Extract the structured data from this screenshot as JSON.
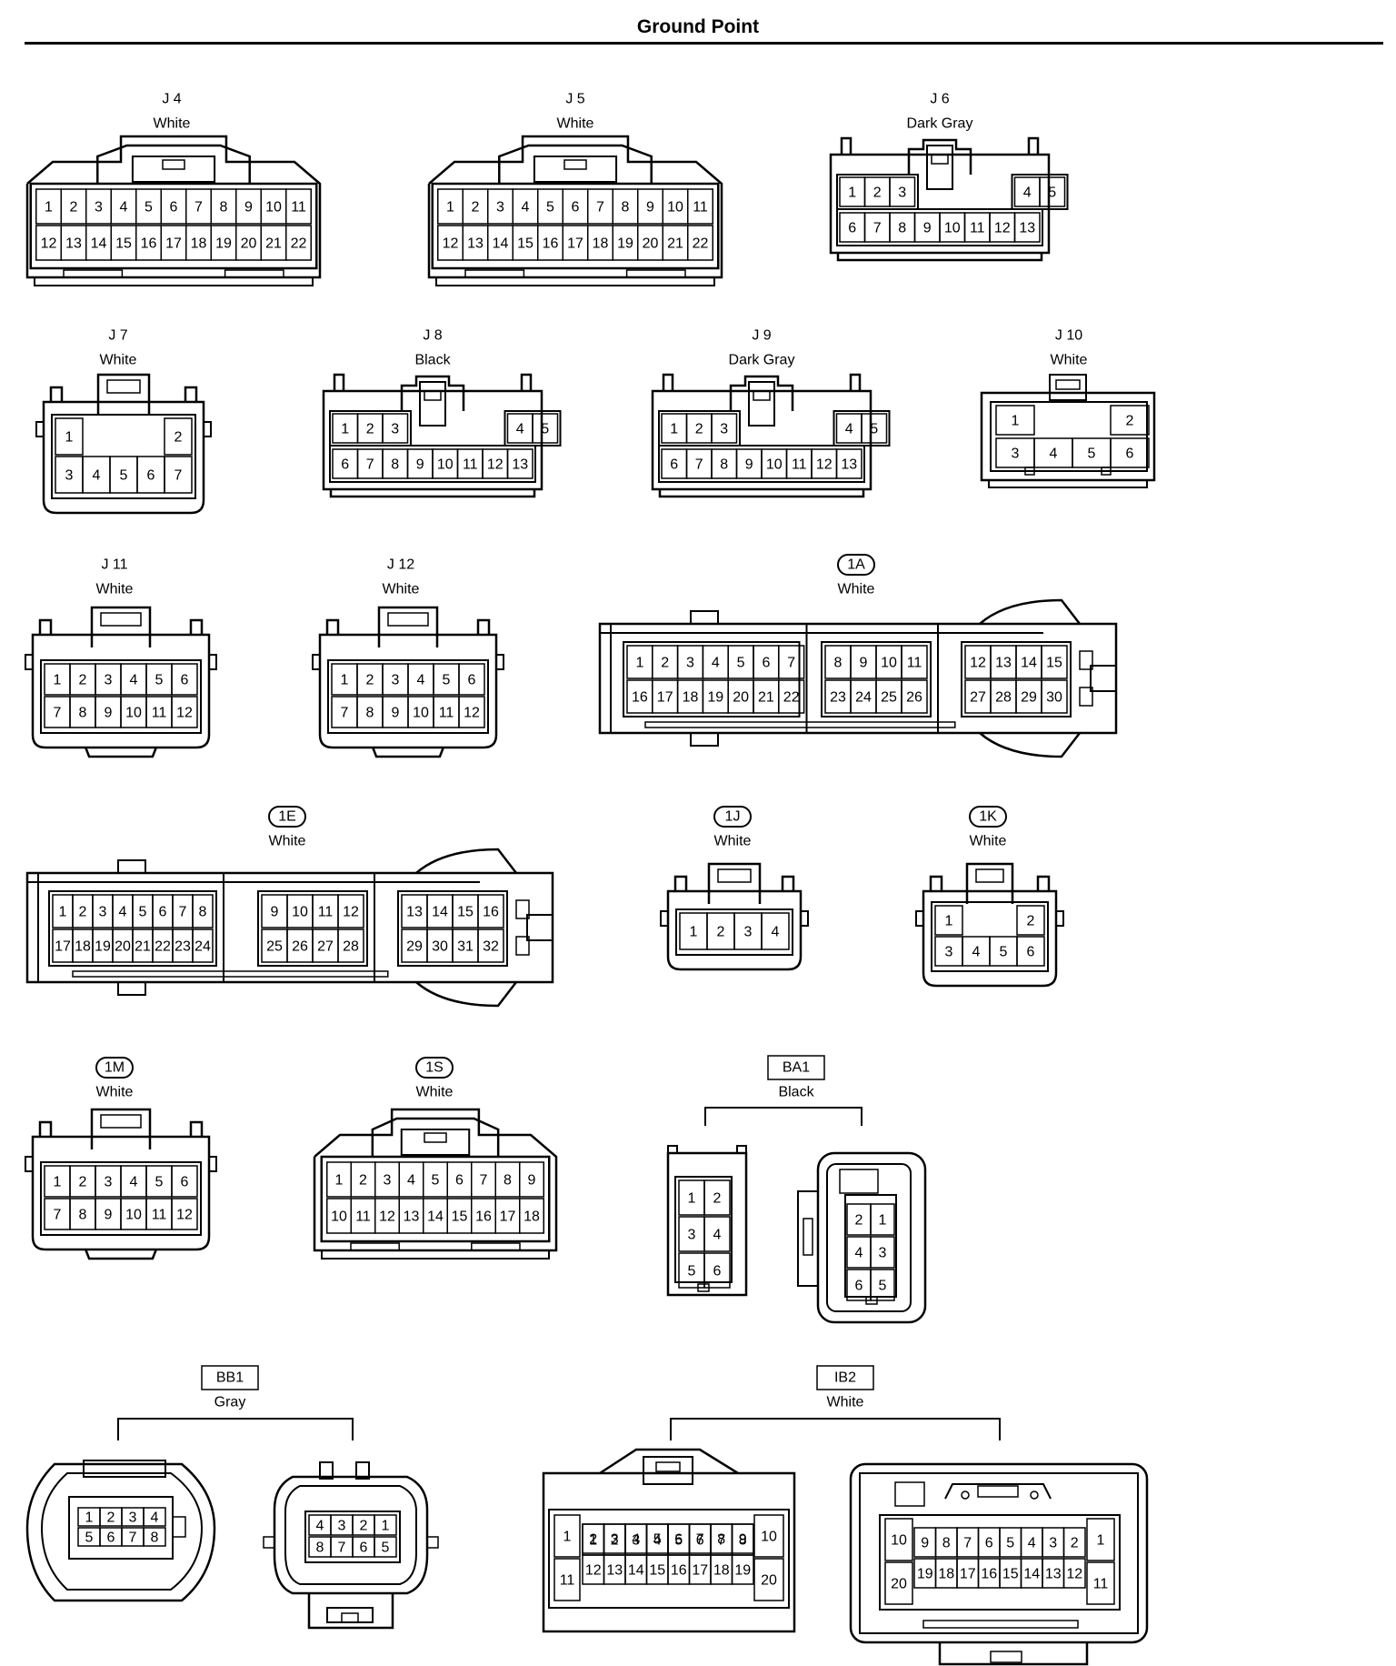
{
  "page": {
    "title": "Ground Point"
  },
  "connectors": [
    {
      "code": "J 4",
      "color": "White",
      "style": "plain",
      "kind": "wide-latch",
      "rows": [
        [
          "1",
          "2",
          "3",
          "4",
          "5",
          "6",
          "7",
          "8",
          "9",
          "10",
          "11"
        ],
        [
          "12",
          "13",
          "14",
          "15",
          "16",
          "17",
          "18",
          "19",
          "20",
          "21",
          "22"
        ]
      ]
    },
    {
      "code": "J 5",
      "color": "White",
      "style": "plain",
      "kind": "wide-latch",
      "rows": [
        [
          "1",
          "2",
          "3",
          "4",
          "5",
          "6",
          "7",
          "8",
          "9",
          "10",
          "11"
        ],
        [
          "12",
          "13",
          "14",
          "15",
          "16",
          "17",
          "18",
          "19",
          "20",
          "21",
          "22"
        ]
      ]
    },
    {
      "code": "J 6",
      "color": "Dark Gray",
      "style": "plain",
      "kind": "split-top",
      "rows": [
        [
          "1",
          "2",
          "3",
          "",
          "",
          "",
          "",
          "4",
          "5"
        ],
        [
          "6",
          "7",
          "8",
          "9",
          "10",
          "11",
          "12",
          "13"
        ]
      ]
    },
    {
      "code": "J 7",
      "color": "White",
      "style": "plain",
      "kind": "latch-small",
      "rows": [
        [
          "1",
          "",
          "",
          "",
          "2"
        ],
        [
          "3",
          "4",
          "5",
          "6",
          "7"
        ]
      ]
    },
    {
      "code": "J 8",
      "color": "Black",
      "style": "plain",
      "kind": "split-top",
      "rows": [
        [
          "1",
          "2",
          "3",
          "",
          "",
          "",
          "",
          "4",
          "5"
        ],
        [
          "6",
          "7",
          "8",
          "9",
          "10",
          "11",
          "12",
          "13"
        ]
      ]
    },
    {
      "code": "J 9",
      "color": "Dark Gray",
      "style": "plain",
      "kind": "split-top",
      "rows": [
        [
          "1",
          "2",
          "3",
          "",
          "",
          "",
          "",
          "4",
          "5"
        ],
        [
          "6",
          "7",
          "8",
          "9",
          "10",
          "11",
          "12",
          "13"
        ]
      ]
    },
    {
      "code": "J 10",
      "color": "White",
      "style": "plain",
      "kind": "box",
      "rows": [
        [
          "1",
          "",
          "",
          "2"
        ],
        [
          "3",
          "4",
          "5",
          "6"
        ]
      ]
    },
    {
      "code": "J 11",
      "color": "White",
      "style": "plain",
      "kind": "latch-small",
      "rows": [
        [
          "1",
          "2",
          "3",
          "4",
          "5",
          "6"
        ],
        [
          "7",
          "8",
          "9",
          "10",
          "11",
          "12"
        ]
      ]
    },
    {
      "code": "J 12",
      "color": "White",
      "style": "plain",
      "kind": "latch-small",
      "rows": [
        [
          "1",
          "2",
          "3",
          "4",
          "5",
          "6"
        ],
        [
          "7",
          "8",
          "9",
          "10",
          "11",
          "12"
        ]
      ]
    },
    {
      "code": "1A",
      "color": "White",
      "style": "pill",
      "kind": "long-block",
      "blocks": [
        [
          [
            "1",
            "2",
            "3",
            "4",
            "5",
            "6",
            "7"
          ],
          [
            "16",
            "17",
            "18",
            "19",
            "20",
            "21",
            "22"
          ]
        ],
        [
          [
            "8",
            "9",
            "10",
            "11"
          ],
          [
            "23",
            "24",
            "25",
            "26"
          ]
        ],
        [
          [
            "12",
            "13",
            "14",
            "15"
          ],
          [
            "27",
            "28",
            "29",
            "30"
          ]
        ]
      ]
    },
    {
      "code": "1E",
      "color": "White",
      "style": "pill",
      "kind": "long-block",
      "blocks": [
        [
          [
            "1",
            "2",
            "3",
            "4",
            "5",
            "6",
            "7",
            "8"
          ],
          [
            "17",
            "18",
            "19",
            "20",
            "21",
            "22",
            "23",
            "24"
          ]
        ],
        [
          [
            "9",
            "10",
            "11",
            "12"
          ],
          [
            "25",
            "26",
            "27",
            "28"
          ]
        ],
        [
          [
            "13",
            "14",
            "15",
            "16"
          ],
          [
            "29",
            "30",
            "31",
            "32"
          ]
        ]
      ]
    },
    {
      "code": "1J",
      "color": "White",
      "style": "pill",
      "kind": "latch-small",
      "rows": [
        [
          "1",
          "2",
          "3",
          "4"
        ]
      ]
    },
    {
      "code": "1K",
      "color": "White",
      "style": "pill",
      "kind": "latch-small",
      "rows": [
        [
          "1",
          "",
          "",
          "2"
        ],
        [
          "3",
          "4",
          "5",
          "6"
        ]
      ]
    },
    {
      "code": "1M",
      "color": "White",
      "style": "pill",
      "kind": "latch-small",
      "rows": [
        [
          "1",
          "2",
          "3",
          "4",
          "5",
          "6"
        ],
        [
          "7",
          "8",
          "9",
          "10",
          "11",
          "12"
        ]
      ]
    },
    {
      "code": "1S",
      "color": "White",
      "style": "pill",
      "kind": "wide-latch",
      "rows": [
        [
          "1",
          "2",
          "3",
          "4",
          "5",
          "6",
          "7",
          "8",
          "9"
        ],
        [
          "10",
          "11",
          "12",
          "13",
          "14",
          "15",
          "16",
          "17",
          "18"
        ]
      ]
    },
    {
      "code": "BA1",
      "color": "Black",
      "style": "box",
      "kind": "pair",
      "parts": [
        {
          "rows": [
            [
              "1",
              "2"
            ],
            [
              "3",
              "4"
            ],
            [
              "5",
              "6"
            ]
          ]
        },
        {
          "rows": [
            [
              "2",
              "1"
            ],
            [
              "4",
              "3"
            ],
            [
              "6",
              "5"
            ]
          ]
        }
      ]
    },
    {
      "code": "BB1",
      "color": "Gray",
      "style": "box",
      "kind": "pair",
      "parts": [
        {
          "rows": [
            [
              "1",
              "2",
              "3",
              "4"
            ],
            [
              "5",
              "6",
              "7",
              "8"
            ]
          ]
        },
        {
          "rows": [
            [
              "4",
              "3",
              "2",
              "1"
            ],
            [
              "8",
              "7",
              "6",
              "5"
            ]
          ]
        }
      ]
    },
    {
      "code": "IB2",
      "color": "White",
      "style": "box",
      "kind": "pair",
      "parts": [
        {
          "rows": [
            [
              "1",
              "2",
              "3",
              "4",
              "5",
              "6",
              "7",
              "8",
              "9",
              "10"
            ],
            [
              "11",
              "12",
              "13",
              "14",
              "15",
              "16",
              "17",
              "18",
              "19",
              "20"
            ]
          ]
        },
        {
          "rows": [
            [
              "10",
              "9",
              "8",
              "7",
              "6",
              "5",
              "4",
              "3",
              "2",
              "1"
            ],
            [
              "20",
              "19",
              "18",
              "17",
              "16",
              "15",
              "14",
              "13",
              "12",
              "11"
            ]
          ]
        }
      ]
    }
  ]
}
